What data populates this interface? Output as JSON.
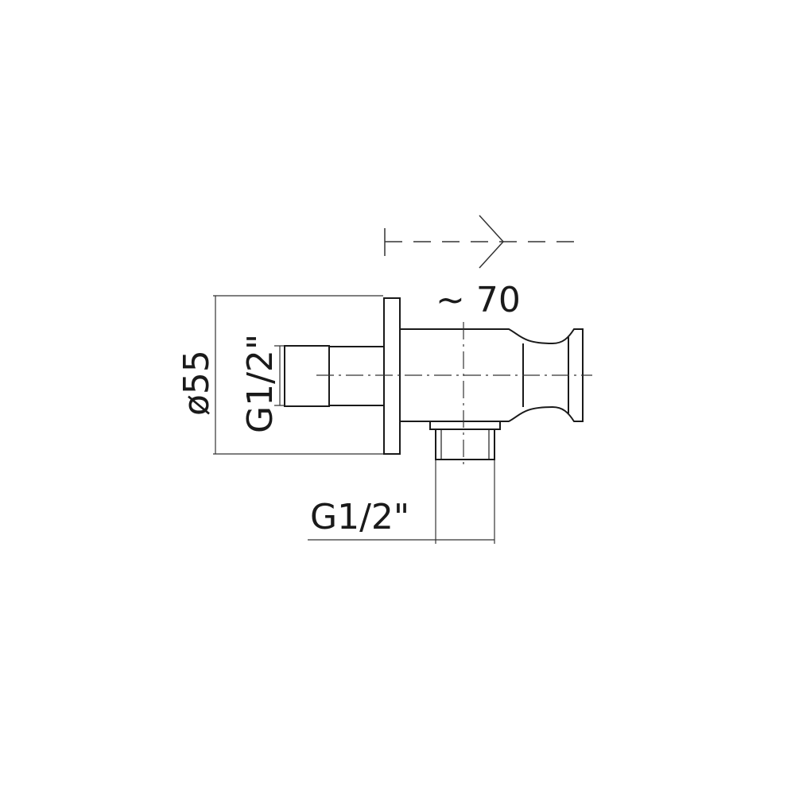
{
  "drawing": {
    "line_color": "#1a1a1a",
    "dim_color": "#333333",
    "background": "#ffffff",
    "labels": {
      "projection": "~ 70",
      "flange_diameter": "ø55",
      "inlet_thread": "G1/2\"",
      "outlet_thread": "G1/2\""
    }
  }
}
